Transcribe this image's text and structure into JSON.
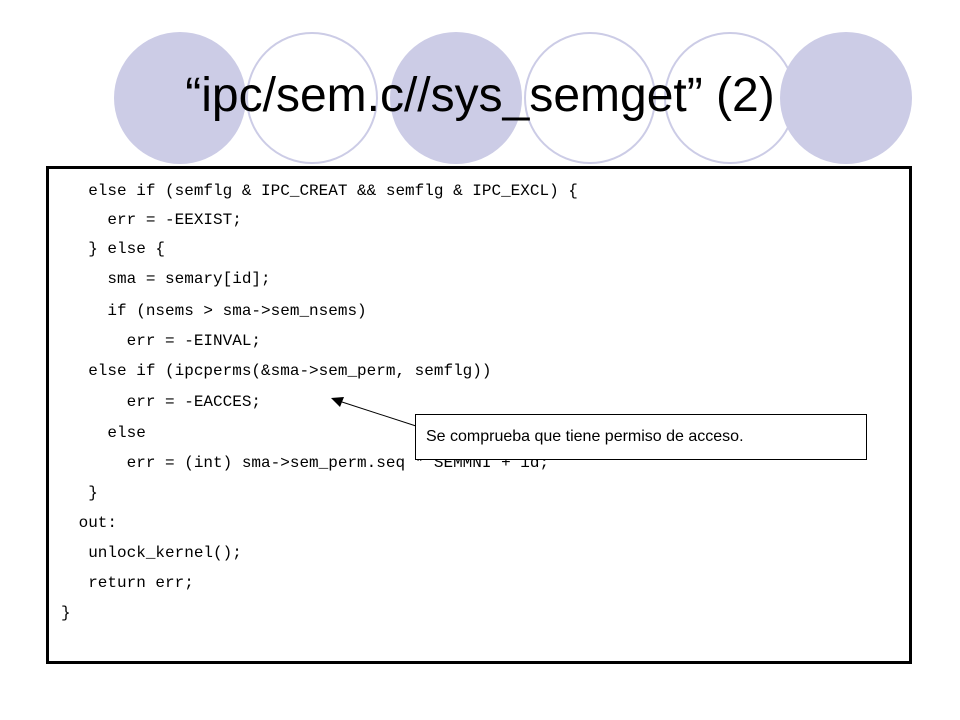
{
  "slide": {
    "title": "“ipc/sem.c//sys_semget” (2)",
    "code_lines": [
      "  else if (semflg & IPC_CREAT && semflg & IPC_EXCL) {",
      "    err = -EEXIST;",
      "  } else {",
      "    sma = semary[id];",
      "    if (nsems > sma->sem_nsems)",
      "      err = -EINVAL;",
      "  else if (ipcperms(&sma->sem_perm, semflg))",
      "      err = -EACCES;",
      "    else",
      "      err = (int) sma->sem_perm.seq * SEMMNI + id;",
      "  }",
      " out:",
      "  unlock_kernel();",
      "  return err;",
      "}"
    ],
    "callout": "Se comprueba que tiene permiso de acceso."
  },
  "colors": {
    "accent": "#cccce6",
    "text": "#000000",
    "background": "#ffffff"
  }
}
